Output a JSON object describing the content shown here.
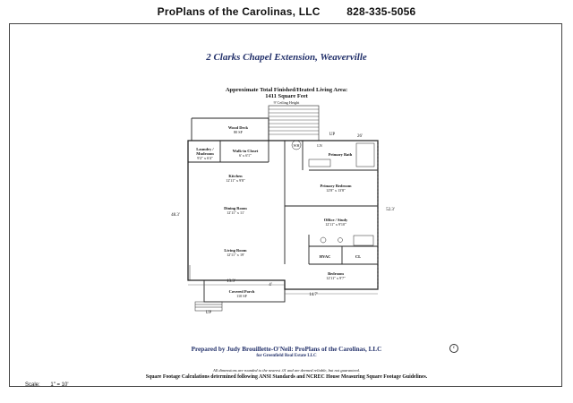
{
  "header": {
    "company": "ProPlans of the Carolinas, LLC",
    "phone": "828-335-5056"
  },
  "address": "2 Clarks Chapel Extension, Weaverville",
  "area": {
    "title_line1": "Approximate Total Finished/Heated Living Area:",
    "title_line2": "1411 Square Feet",
    "ceiling": "9' Ceiling Height"
  },
  "rooms": {
    "wood_deck": {
      "name": "Wood Deck",
      "size": "80 SF"
    },
    "laundry": {
      "name": "Laundry / Mudroom",
      "size": "9'2\" x 6'4\""
    },
    "closet": {
      "name": "Walk-in Closet",
      "size": "6' x 6'1\""
    },
    "kitchen": {
      "name": "Kitchen",
      "size": "12'11\" x 9'8\""
    },
    "dining": {
      "name": "Dining Room",
      "size": "12'11\" x 11'"
    },
    "living": {
      "name": "Living Room",
      "size": "12'11\" x 19'"
    },
    "porch": {
      "name": "Covered Porch",
      "size": "110 SF"
    },
    "primary_bath": {
      "name": "Primary Bath"
    },
    "primary_bedroom": {
      "name": "Primary Bedroom",
      "size": "12'8\" x 13'8\""
    },
    "office": {
      "name": "Office / Study",
      "size": "12'11\" x 9'10\""
    },
    "hvac": {
      "name": "HVAC"
    },
    "cl": {
      "name": "CL"
    },
    "bedroom": {
      "name": "Bedroom",
      "size": "12'11\" x 9'7\""
    },
    "wh": {
      "name": "WH"
    },
    "ln": {
      "name": "LN"
    }
  },
  "dimensions": {
    "top": "26'",
    "left": "48.3'",
    "right": "52.3'",
    "bottom_left": "13.3'",
    "bottom_right": "14.7'",
    "porch_step": "4'",
    "up_top": "UP",
    "up_bottom": "UP"
  },
  "footer": {
    "prepared": "Prepared by Judy Brouillette-O'Neil: ProPlans of the Carolinas, LLC",
    "copyright": "c",
    "prepared_for": "for Greenfield Real Estate LLC",
    "disclaimer": "All dimensions are rounded to the nearest .01 and are deemed reliable, but not guaranteed.",
    "standards": "Square Footage Calculations determined following ANSI Standards and NCREC House Measuring Square Footage Guidelines.",
    "scale_label": "Scale:",
    "scale_value": "1\" = 10'"
  }
}
